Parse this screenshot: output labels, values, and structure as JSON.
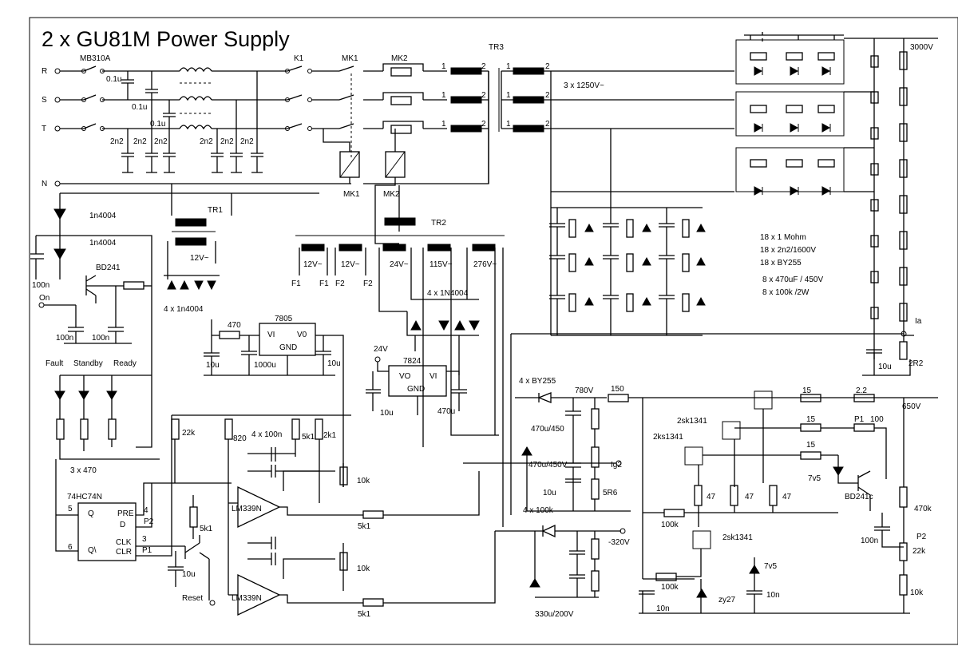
{
  "title": "2 x GU81M Power Supply",
  "inputs": [
    "R",
    "S",
    "T",
    "N"
  ],
  "labels": {
    "mb": "MB310A",
    "k1": "K1",
    "mk1": "MK1",
    "mk2": "MK2",
    "tr3": "TR3",
    "c01a": "0.1u",
    "c01b": "0.1u",
    "c01c": "0.1u",
    "c2n2a": "2n2",
    "c2n2b": "2n2",
    "c2n2c": "2n2",
    "c2n2d": "2n2",
    "c2n2e": "2n2",
    "c2n2f": "2n2",
    "mk1b": "MK1",
    "mk2b": "MK2",
    "tr1": "TR1",
    "tr2": "TR2",
    "d1": "1n4004",
    "d2": "1n4004",
    "bd241": "BD241",
    "c100na": "100n",
    "on": "On",
    "c100nb": "100n",
    "c100nc": "100n",
    "v12": "12V~",
    "bridge": "4 x 1n4004",
    "sec1": "12V~",
    "sec2": "12V~",
    "sec3": "24V~",
    "sec4": "115V~",
    "sec5": "276V~",
    "f1a": "F1",
    "f1b": "F1",
    "f2a": "F2",
    "f2b": "F2",
    "b1n4004": "4 x 1N4004",
    "r470": "470",
    "reg7805": "7805",
    "vi": "VI",
    "vo": "V0",
    "gnd": "GND",
    "c10u_a": "10u",
    "c1000u": "1000u",
    "c10u_b": "10u",
    "v24": "24V",
    "reg7824": "7824",
    "vo2": "VO",
    "vi2": "VI",
    "gnd2": "GND",
    "c10u_c": "10u",
    "c470u": "470u",
    "fault": "Fault",
    "standby": "Standby",
    "ready": "Ready",
    "r3x470": "3 x 470",
    "ic74": "74HC74N",
    "q": "Q",
    "pre": "PRE",
    "d": "D",
    "qbar": "Q\\",
    "clk": "CLK",
    "clr": "CLR",
    "p5": "5",
    "p6": "6",
    "p4": "4",
    "p2": "P2",
    "p3": "3",
    "p1": "P1",
    "r22k": "22k",
    "r820": "820",
    "c4x100n": "4 x 100n",
    "r5k1a": "5k1",
    "r2k1": "2k1",
    "lm1": "LM339N",
    "lm2": "LM339N",
    "r10ka": "10k",
    "r10kb": "10k",
    "r5k1b": "5k1",
    "r5k1c": "5k1",
    "r5k1d": "5k1",
    "c10u_d": "10u",
    "reset": "Reset",
    "v3000": "3000V",
    "x1250": "3 x 1250V~",
    "spec1": "18 x 1 Mohm",
    "spec2": "18 x 2n2/1600V",
    "spec3": "18 x BY255",
    "spec4": "8 x 470uF / 450V",
    "spec5": "8 x 100k /2W",
    "ia": "Ia",
    "c10u_e": "10u",
    "r2r2": "2R2",
    "by255": "4 x BY255",
    "v780": "780V",
    "r150": "150",
    "c470_450a": "470u/450",
    "c470_450b": "470u/450V",
    "ig2": "Ig2",
    "c10u_f": "10u",
    "r5r6": "5R6",
    "x100k": "4 x 100k",
    "vneg320": "-320V",
    "c330": "330u/200V",
    "r15a": "15",
    "r15b": "15",
    "r15c": "15",
    "r2_2": "2.2",
    "v650": "650V",
    "sk1": "2sk1341",
    "sk2": "2ks1341",
    "sk3": "2sk1341",
    "p100": "100",
    "v7v5a": "7v5",
    "bd241c": "BD241c",
    "r47a": "47",
    "r47b": "47",
    "r47c": "47",
    "r100ka": "100k",
    "r100kb": "100k",
    "r470k": "470k",
    "c100nd": "100n",
    "r22kb": "22k",
    "v7v5b": "7v5",
    "zy27": "zy27",
    "c10n_a": "10n",
    "c10n_b": "10n",
    "r10kc": "10k"
  }
}
